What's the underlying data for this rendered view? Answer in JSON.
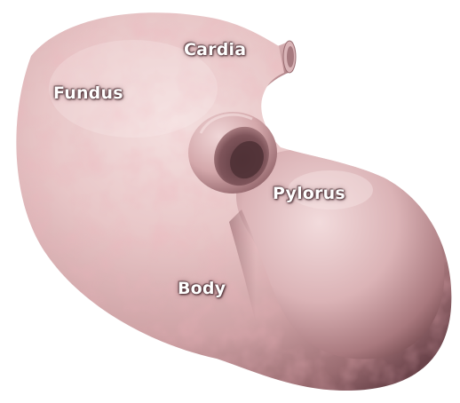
{
  "labels": {
    "cardia": "Cardia",
    "fundus": "Fundus",
    "pylorus": "Pylorus",
    "body": "Body"
  },
  "colors": {
    "background": "#ffffff",
    "tissue_highlight": "#f3dcdc",
    "tissue_base": "#d4a9ab",
    "tissue_shadow": "#7a5055",
    "label_text": "#ffffff"
  }
}
